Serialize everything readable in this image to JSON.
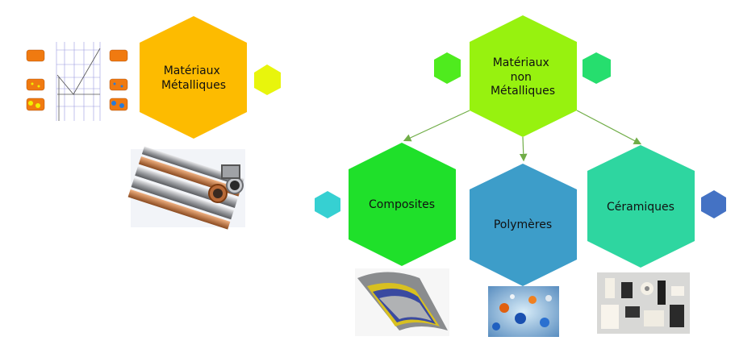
{
  "metallic": {
    "title_line1": "Matériaux",
    "title_line2": "Métalliques",
    "color": "#FDBB00",
    "accent_hex_color": "#E8F50C",
    "images": [
      "iron-carbon-phase-diagram",
      "metal-pipes-and-tubes"
    ]
  },
  "non_metallic": {
    "title_line1": "Matériaux",
    "title_line2": "non",
    "title_line3": "Métalliques",
    "color": "#97F20F",
    "left_accent_color": "#4FEB1E",
    "right_accent_color": "#26DE6E",
    "arrow_color": "#70AD47"
  },
  "children": [
    {
      "label": "Composites",
      "color": "#1FE02A",
      "accent_color": "#36D0D2",
      "image": "composite-layers"
    },
    {
      "label": "Polymères",
      "color": "#3D9DC9",
      "image": "polymer-molecules"
    },
    {
      "label": "Céramiques",
      "color": "#2ED6A0",
      "accent_color": "#4472C4",
      "image": "ceramic-parts"
    }
  ]
}
